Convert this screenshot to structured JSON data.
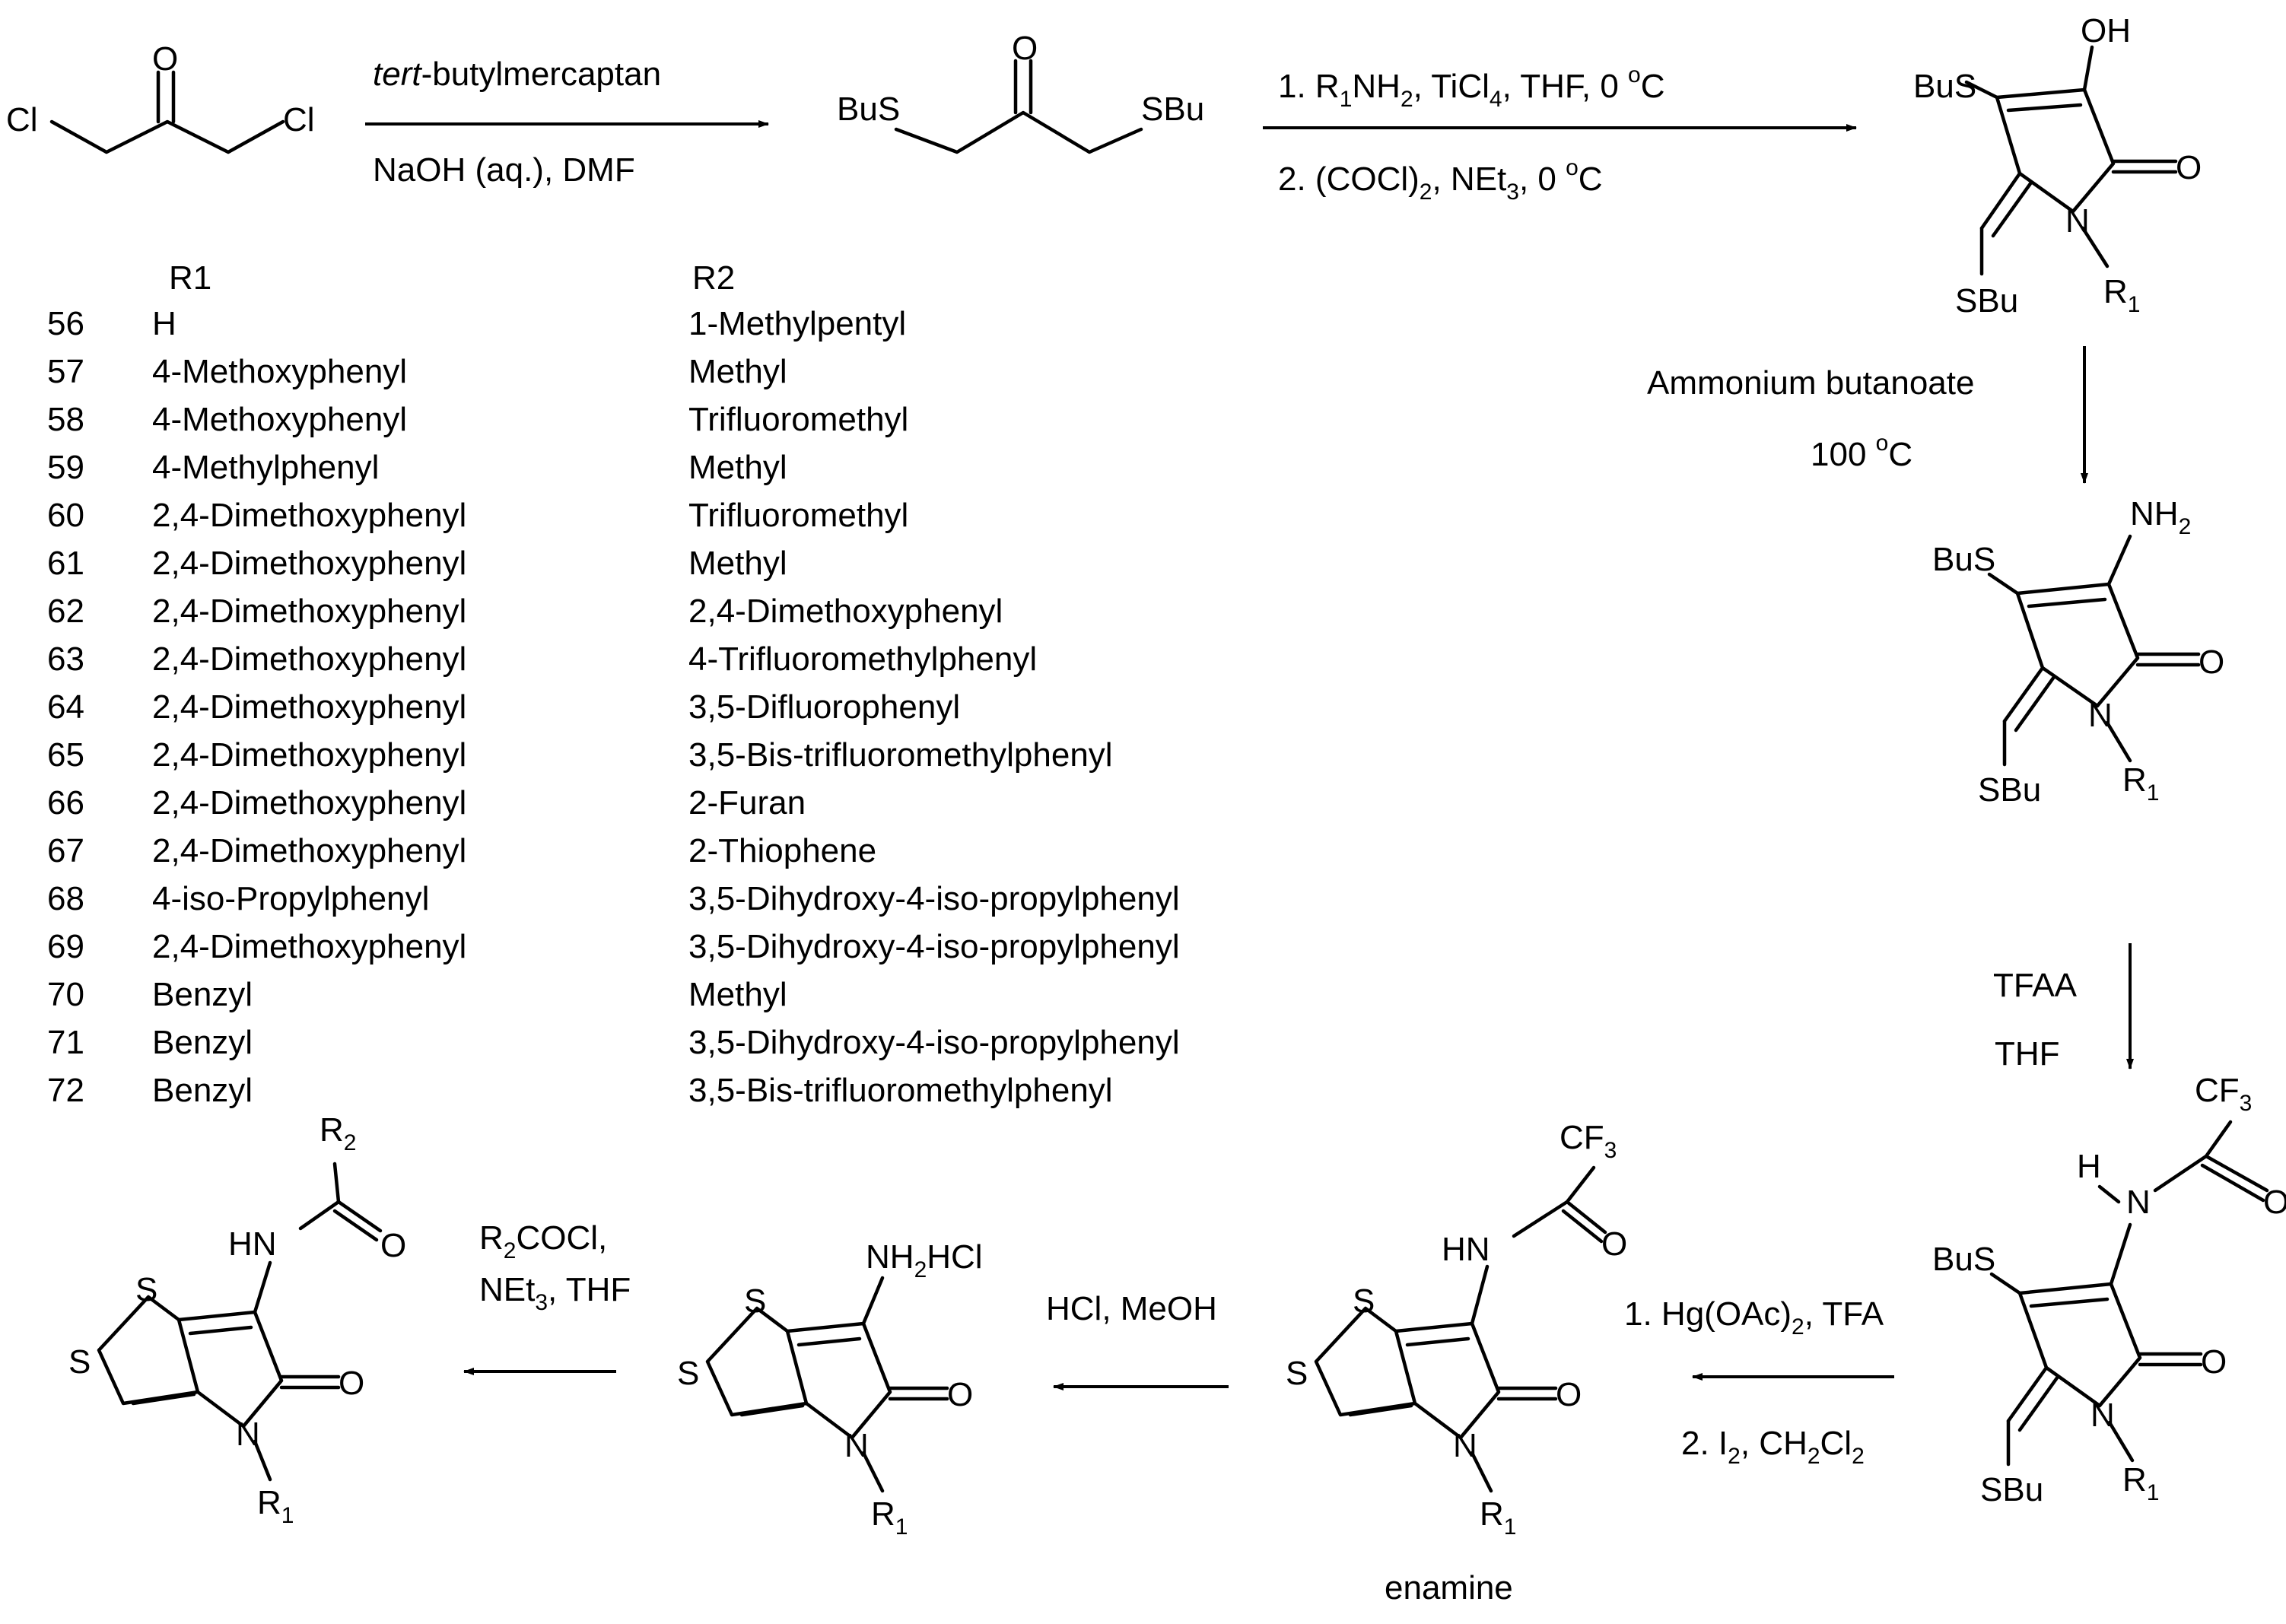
{
  "colors": {
    "ink": "#000000",
    "background": "#ffffff"
  },
  "atoms": {
    "Cl": "Cl",
    "O": "O",
    "OH": "OH",
    "N": "N",
    "S": "S",
    "H": "H",
    "BuS": "BuS",
    "SBu": "SBu",
    "R": "R",
    "HN": "HN",
    "NH": "NH",
    "NH2HCl_main": "NH",
    "NH2HCl_tail": "HCl",
    "CF": "CF"
  },
  "subscripts": {
    "one": "1",
    "two": "2",
    "three": "3"
  },
  "step1": {
    "reagent_italic": "tert",
    "reagent_rest": "-butylmercaptan",
    "conditions": "NaOH (aq.), DMF"
  },
  "step2": {
    "line1_a": "1. R",
    "line1_b": "NH",
    "line1_c": ", TiCl",
    "line1_d": ", THF, 0 ",
    "line2_a": "2. (COCl)",
    "line2_b": ", NEt",
    "line2_c": ", 0 ",
    "degree": "o",
    "celsius": "C"
  },
  "step3": {
    "reagent": "Ammonium butanoate",
    "temp": "100 "
  },
  "step4": {
    "reagent": "TFAA",
    "solvent": "THF"
  },
  "step5": {
    "line1_a": "1. Hg(OAc)",
    "line1_b": ", TFA",
    "line2_a": "2. I",
    "line2_b": ", CH",
    "line2_c": "Cl"
  },
  "step6": {
    "reagent": "HCl, MeOH"
  },
  "step7": {
    "line1_a": "R",
    "line1_b": "COCl,",
    "line2_a": "NEt",
    "line2_b": ", THF"
  },
  "enamine_label": "enamine",
  "table": {
    "header_r1": "R1",
    "header_r2": "R2",
    "rows": [
      {
        "id": "56",
        "r1": "H",
        "r2": "1-Methylpentyl"
      },
      {
        "id": "57",
        "r1": "4-Methoxyphenyl",
        "r2": "Methyl"
      },
      {
        "id": "58",
        "r1": "4-Methoxyphenyl",
        "r2": "Trifluoromethyl"
      },
      {
        "id": "59",
        "r1": "4-Methylphenyl",
        "r2": "Methyl"
      },
      {
        "id": "60",
        "r1": "2,4-Dimethoxyphenyl",
        "r2": "Trifluoromethyl"
      },
      {
        "id": "61",
        "r1": "2,4-Dimethoxyphenyl",
        "r2": "Methyl"
      },
      {
        "id": "62",
        "r1": "2,4-Dimethoxyphenyl",
        "r2": "2,4-Dimethoxyphenyl"
      },
      {
        "id": "63",
        "r1": "2,4-Dimethoxyphenyl",
        "r2": "4-Trifluoromethylphenyl"
      },
      {
        "id": "64",
        "r1": "2,4-Dimethoxyphenyl",
        "r2": "3,5-Difluorophenyl"
      },
      {
        "id": "65",
        "r1": "2,4-Dimethoxyphenyl",
        "r2": "3,5-Bis-trifluoromethylphenyl"
      },
      {
        "id": "66",
        "r1": "2,4-Dimethoxyphenyl",
        "r2": "2-Furan"
      },
      {
        "id": "67",
        "r1": "2,4-Dimethoxyphenyl",
        "r2": "2-Thiophene"
      },
      {
        "id": "68",
        "r1": "4-iso-Propylphenyl",
        "r2": "3,5-Dihydroxy-4-iso-propylphenyl"
      },
      {
        "id": "69",
        "r1": "2,4-Dimethoxyphenyl",
        "r2": "3,5-Dihydroxy-4-iso-propylphenyl"
      },
      {
        "id": "70",
        "r1": "Benzyl",
        "r2": "Methyl"
      },
      {
        "id": "71",
        "r1": "Benzyl",
        "r2": "3,5-Dihydroxy-4-iso-propylphenyl"
      },
      {
        "id": "72",
        "r1": "Benzyl",
        "r2": "3,5-Bis-trifluoromethylphenyl"
      }
    ]
  }
}
